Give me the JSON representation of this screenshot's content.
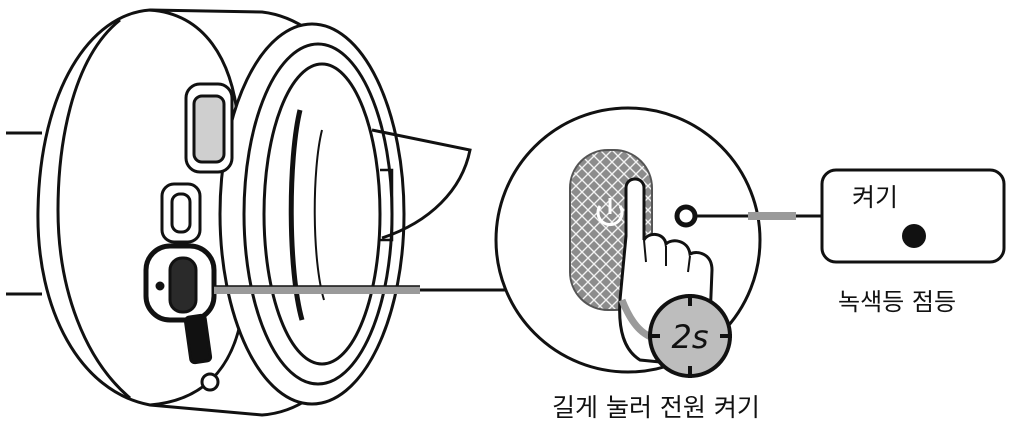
{
  "labels": {
    "led_box_title": "켜기",
    "led_caption": "녹색등 점등",
    "main_caption": "길게 눌러 전원 켜기",
    "hold_time": "2s"
  },
  "colors": {
    "line": "#111111",
    "button_texture": "#8c8c8c",
    "connector_gray": "#9a9a9a",
    "timer_fill": "#bdbdbd"
  }
}
